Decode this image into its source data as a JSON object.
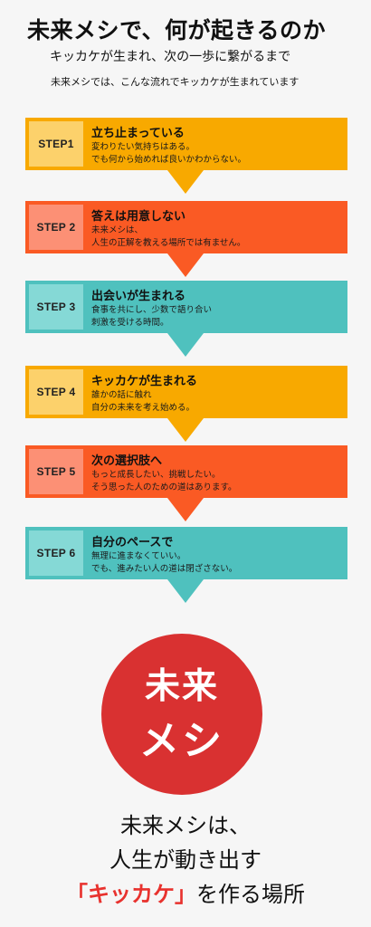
{
  "header": {
    "title": "未来メシで、何が起きるのか",
    "subtitle": "キッカケが生まれ、次の一歩に繋がるまで",
    "lead": "未来メシでは、こんな流れでキッカケが生まれています"
  },
  "steps": [
    {
      "label": "STEP1",
      "title": "立ち止まっている",
      "line1": "変わりたい気持ちはある。",
      "line2": "でも何から始めれば良いかわからない。"
    },
    {
      "label": "STEP 2",
      "title": "答えは用意しない",
      "line1": "未来メシは、",
      "line2": "人生の正解を教える場所では有ません。"
    },
    {
      "label": "STEP 3",
      "title": "出会いが生まれる",
      "line1": "食事を共にし、少数で語り合い",
      "line2": "刺激を受ける時間。"
    },
    {
      "label": "STEP 4",
      "title": "キッカケが生まれる",
      "line1": "誰かの話に触れ",
      "line2": "自分の未来を考え始める。"
    },
    {
      "label": "STEP 5",
      "title": "次の選択肢へ",
      "line1": "もっと成長したい、挑戦したい。",
      "line2": "そう思った人のための道はあります。"
    },
    {
      "label": "STEP 6",
      "title": "自分のペースで",
      "line1": "無理に進まなくていい。",
      "line2": "でも、進みたい人の道は閉ざさない。"
    }
  ],
  "colors": {
    "step1": {
      "bar": "#f8a900",
      "label": "#fcd16b"
    },
    "step2": {
      "bar": "#fa5a24",
      "label": "#fc9075"
    },
    "step3": {
      "bar": "#4fc1be",
      "label": "#85d9d6"
    },
    "step4": {
      "bar": "#f8a900",
      "label": "#fcd16b"
    },
    "step5": {
      "bar": "#fa5a24",
      "label": "#fc9075"
    },
    "step6": {
      "bar": "#4fc1be",
      "label": "#85d9d6"
    },
    "logo": "#d93131",
    "accent": "#e8322e"
  },
  "logo": {
    "line1": "未来",
    "line2": "メシ"
  },
  "closing": {
    "line1": "未来メシは、",
    "line2": "人生が動き出す",
    "line3_accent": "「キッカケ」",
    "line3_rest": "を作る場所"
  }
}
